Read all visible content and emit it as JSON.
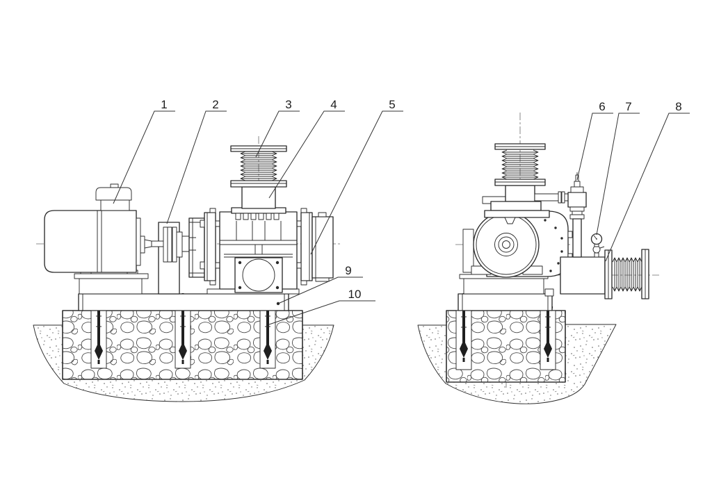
{
  "drawing": {
    "background_color": "#ffffff",
    "line_color": "#2b2b2b",
    "anchor_bolt_fill": "#1f1f1f",
    "callouts": {
      "c1": "1",
      "c2": "2",
      "c3": "3",
      "c4": "4",
      "c5": "5",
      "c6": "6",
      "c7": "7",
      "c8": "8",
      "c9": "9",
      "c10": "10"
    }
  }
}
